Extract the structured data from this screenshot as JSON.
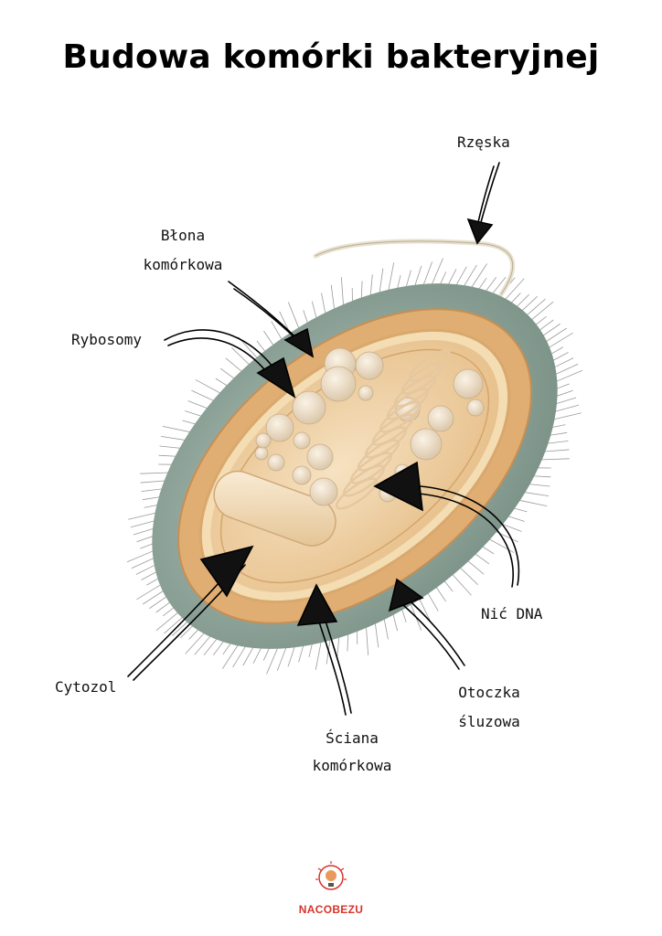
{
  "title": "Budowa komórki bakteryjnej",
  "labels": {
    "flagellum": "Rzęska",
    "membrane_line1": "Błona",
    "membrane_line2": "komórkowa",
    "ribosomes": "Rybosomy",
    "dna": "Nić DNA",
    "cytosol": "Cytozol",
    "capsule_line1": "Otoczka",
    "capsule_line2": "śluzowa",
    "wall_line1": "Ściana",
    "wall_line2": "komórkowa"
  },
  "brand": "NACOBEZU",
  "colors": {
    "capsule": "#8fa59a",
    "wall": "#e0ae73",
    "cytoplasm": "#efcfa2",
    "brand": "#d8332b"
  }
}
